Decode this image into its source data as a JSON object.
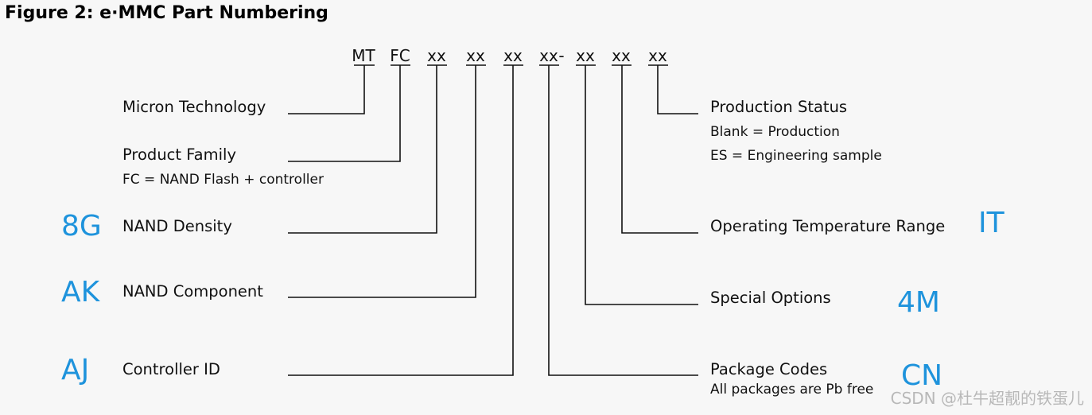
{
  "title": "Figure 2: e·MMC Part Numbering",
  "part_number": [
    "MT",
    "FC",
    "xx",
    "xx",
    "xx",
    "xx",
    "-",
    "xx",
    "xx",
    "xx"
  ],
  "left_fields": [
    {
      "label": "Micron Technology",
      "sub": "",
      "value": ""
    },
    {
      "label": "Product Family",
      "sub": "FC = NAND Flash + controller",
      "value": ""
    },
    {
      "label": "NAND Density",
      "sub": "",
      "value": "8G"
    },
    {
      "label": "NAND Component",
      "sub": "",
      "value": "AK"
    },
    {
      "label": "Controller ID",
      "sub": "",
      "value": "AJ"
    }
  ],
  "right_fields": [
    {
      "label": "Production Status",
      "sub": [
        "Blank = Production",
        "ES = Engineering sample"
      ],
      "value": ""
    },
    {
      "label": "Operating Temperature Range",
      "sub": [],
      "value": "IT"
    },
    {
      "label": "Special Options",
      "sub": [],
      "value": "4M"
    },
    {
      "label": "Package Codes",
      "sub": [
        "All packages are Pb free"
      ],
      "value": "CN"
    }
  ],
  "watermark": "CSDN @杜牛超靓的铁蛋儿",
  "colors": {
    "annotation": "#1e93dc",
    "line": "#111111",
    "background": "#f7f7f7"
  }
}
